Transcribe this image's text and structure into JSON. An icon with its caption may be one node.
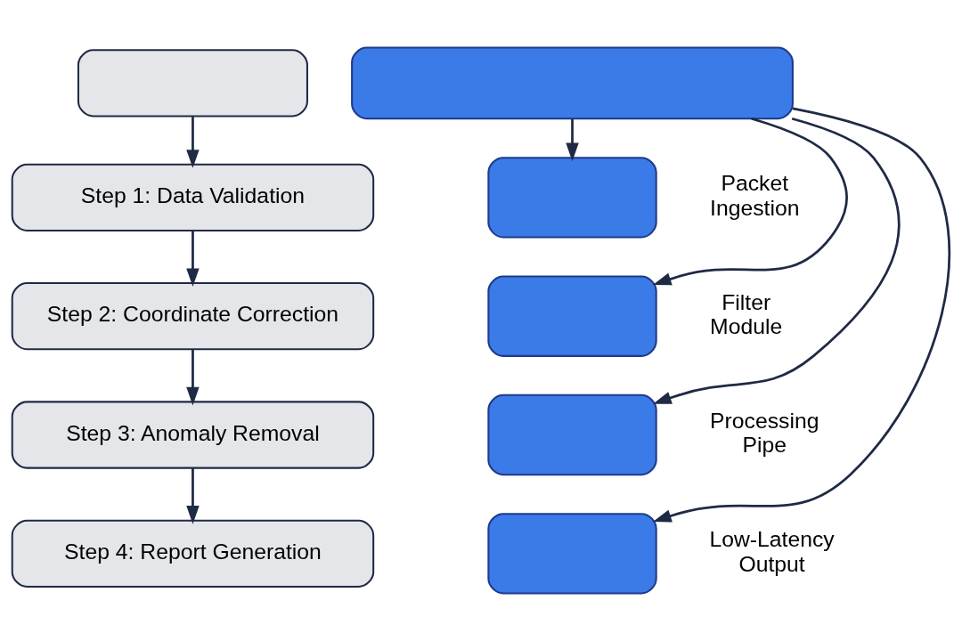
{
  "diagram": {
    "nodes": [
      {
        "text": [],
        "shape": "box"
      },
      {
        "text": [
          "Step 1: Data Validation"
        ]
      },
      {
        "text": [
          "Step 2: Coordinate Correction"
        ]
      },
      {
        "text": [
          "Step 3: Anomaly Removal"
        ]
      },
      {
        "text": [
          "Step 4: Report Generation"
        ]
      },
      {
        "text": [],
        "shape": "bar"
      },
      {
        "text": [],
        "shape": "pill",
        "beside": [
          "Packet Ingestion"
        ]
      },
      {
        "text": [],
        "shape": "pill",
        "beside": [
          "Filter Module"
        ]
      },
      {
        "text": [],
        "shape": "pill",
        "beside": [
          "Processing Pipe"
        ]
      },
      {
        "text": [],
        "shape": "pill",
        "beside": [
          "Low-Latency Output"
        ]
      }
    ],
    "edges": [
      {
        "from": 0,
        "to": 1,
        "arrow": "to"
      },
      {
        "from": 1,
        "to": 2,
        "arrow": "to"
      },
      {
        "from": 2,
        "to": 3,
        "arrow": "to"
      },
      {
        "from": 3,
        "to": 4,
        "arrow": "to"
      },
      {
        "from": 5,
        "to": 6,
        "arrow": "to"
      },
      {
        "from": 5,
        "to": 7,
        "arrow": "to"
      },
      {
        "from": 5,
        "to": 8,
        "arrow": "to"
      },
      {
        "from": 5,
        "to": 9,
        "arrow": "to"
      }
    ]
  }
}
